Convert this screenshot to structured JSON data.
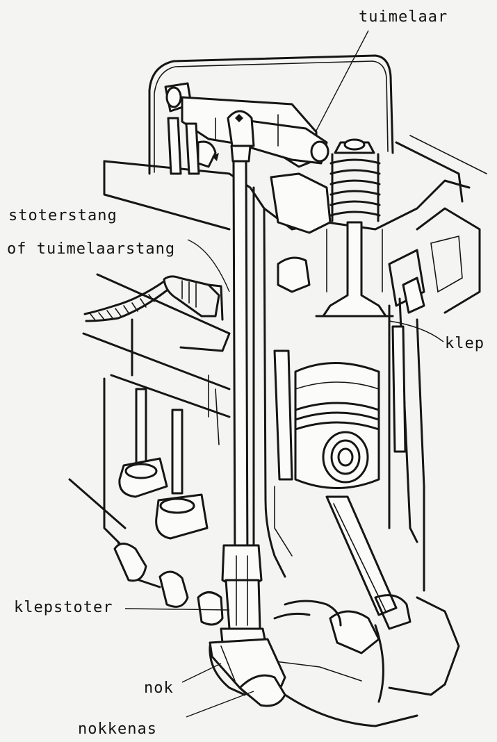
{
  "labels": {
    "tuimelaar": "tuimelaar",
    "stoterstang_line1": "stoterstang",
    "stoterstang_line2": "of tuimelaarstang",
    "klep": "klep",
    "klepstoter": "klepstoter",
    "nok": "nok",
    "nokkenas": "nokkenas"
  },
  "colors": {
    "ink": "#161616",
    "paper": "#f4f4f2"
  }
}
